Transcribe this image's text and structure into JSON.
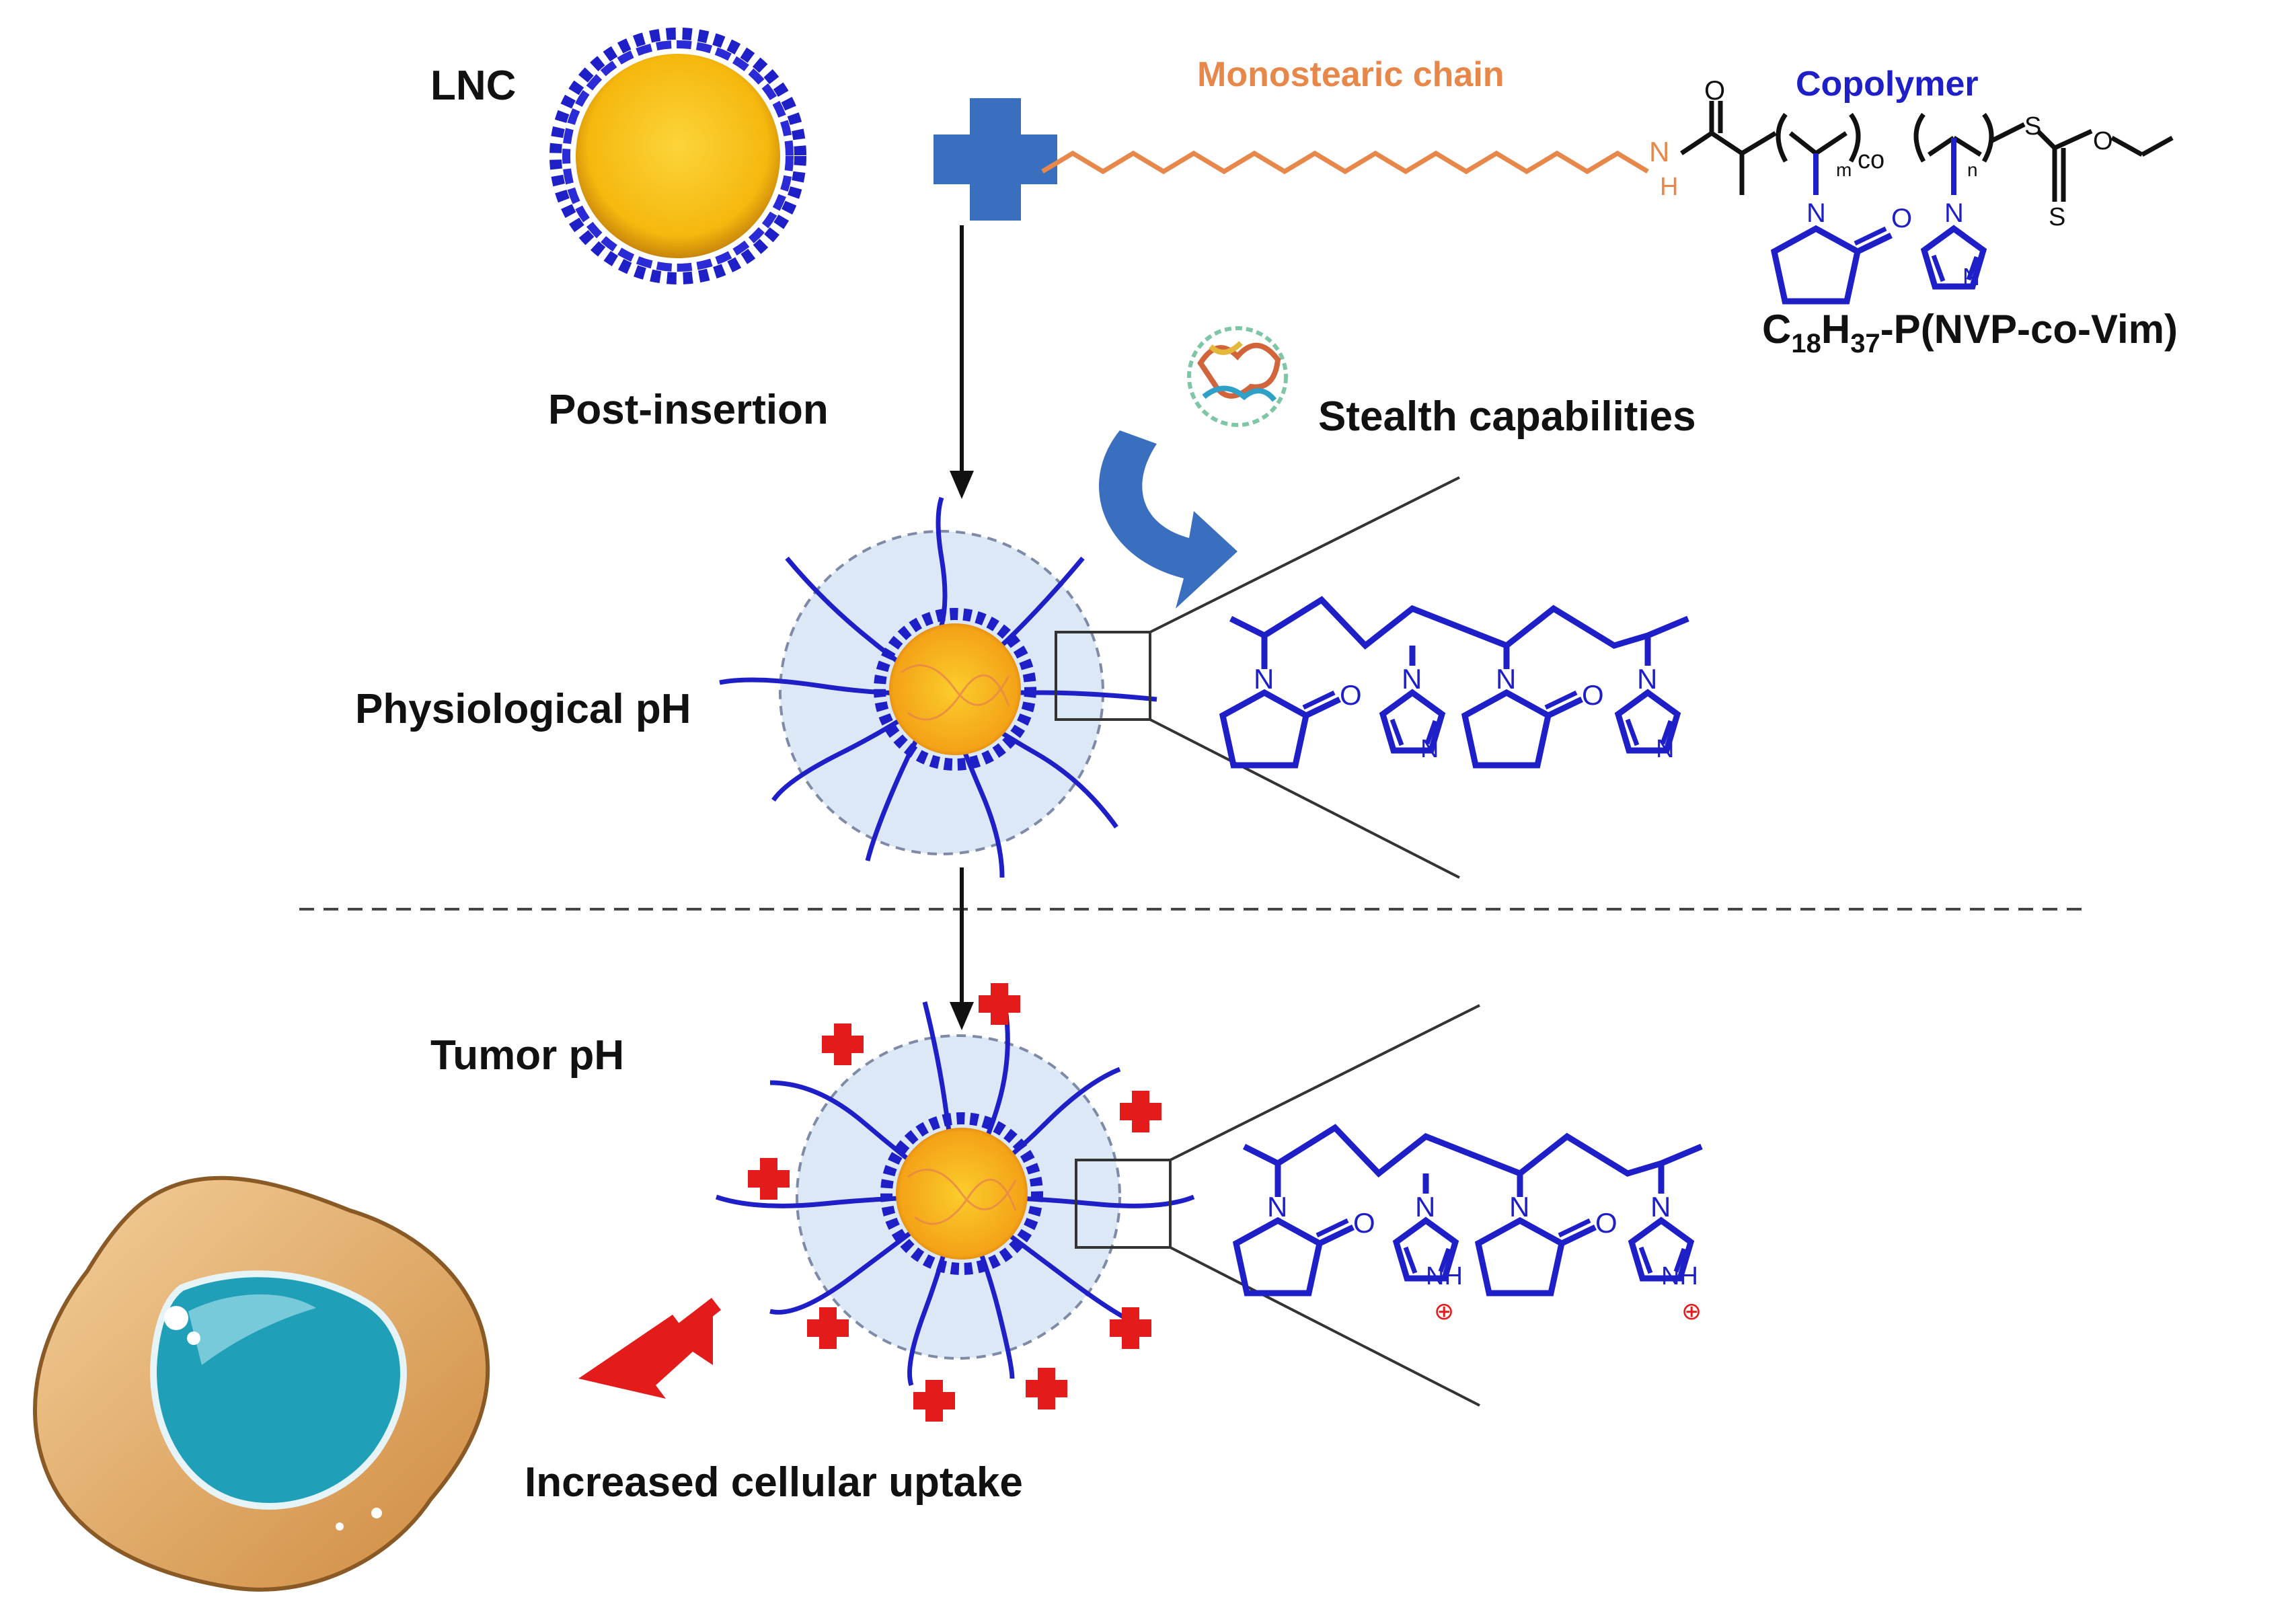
{
  "labels": {
    "lnc": "LNC",
    "post_insertion": "Post-insertion",
    "stealth": "Stealth capabilities",
    "physiological_ph": "Physiological  pH",
    "tumor_ph": "Tumor pH",
    "uptake": "Increased cellular  uptake"
  },
  "chemistry": {
    "monostearic_chain": "Monostearic chain",
    "copolymer": "Copolymer",
    "formula": {
      "c": "C",
      "n18": "18",
      "h": "H",
      "n37": "37",
      "rest": "-P(NVP-co-Vim)"
    },
    "atoms": {
      "oxygen": "O",
      "nitrogen": "N",
      "sulfur": "S",
      "amide_h": "H",
      "nh": "NH",
      "co": "co",
      "m": "m",
      "n": "n",
      "plus_charge": "⊕"
    }
  },
  "colors": {
    "accent_blue": "#1f1fc8",
    "chain_orange": "#e8874a",
    "core_yellow": "#f7c41a",
    "shell_blue": "#dde8f6",
    "charge_red": "#e31b1b",
    "arrow_blue": "#3a6fc0",
    "cell_brown": "#d89a4e",
    "nucleus_teal": "#1f9fb8"
  }
}
